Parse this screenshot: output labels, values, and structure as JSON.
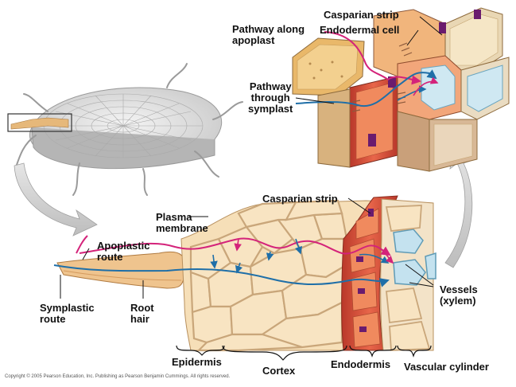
{
  "labels": {
    "pathway_apoplast": [
      "Pathway along",
      "apoplast"
    ],
    "casparian_top": "Casparian strip",
    "endodermal_cell": "Endodermal cell",
    "pathway_symplast": [
      "Pathway",
      "through",
      "symplast"
    ],
    "casparian_bottom": "Casparian strip",
    "plasma_membrane": [
      "Plasma",
      "membrane"
    ],
    "apoplastic_route": [
      "Apoplastic",
      "route"
    ],
    "symplastic_route": [
      "Symplastic",
      "route"
    ],
    "root_hair": [
      "Root",
      "hair"
    ],
    "vessels": [
      "Vessels",
      "(xylem)"
    ],
    "epidermis": "Epidermis",
    "cortex": "Cortex",
    "endodermis": "Endodermis",
    "vascular_cylinder": "Vascular cylinder"
  },
  "copyright": "Copyright © 2005 Pearson Education, Inc. Publishing as Pearson Benjamin Cummings. All rights reserved.",
  "colors": {
    "apoplast_route": "#d4237a",
    "symplast_route": "#1f6fa8",
    "casparian_strip": "#6a1b6e",
    "endodermis": "#d9553a",
    "cortex_cell": "#f6d9a8",
    "cell_wall": "#c9a67a",
    "xylem": "#bfe0ef"
  }
}
